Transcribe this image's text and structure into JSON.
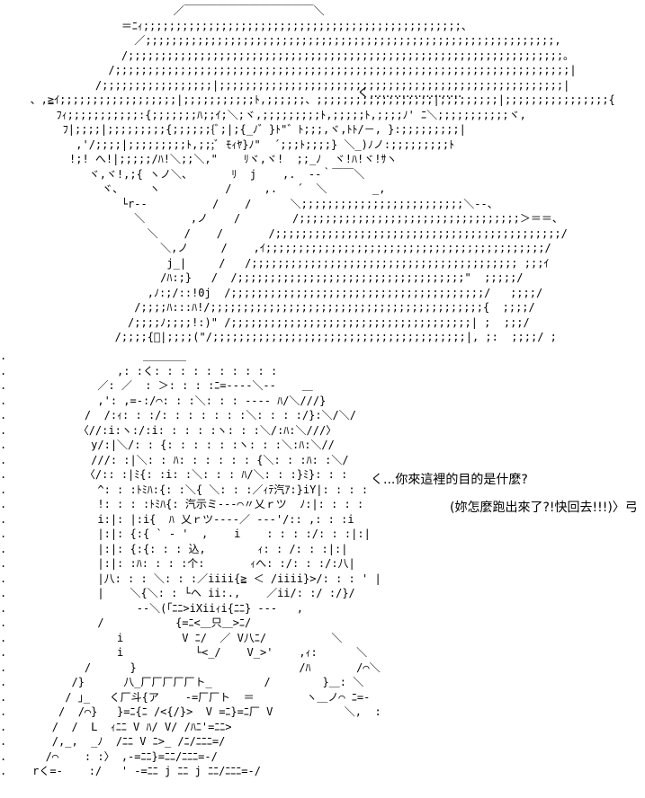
{
  "scene": {
    "top_art": "                         ／￣￣￣￣￣￣￣￣￣￣￣￣＼\n                 ＝ﾆｨ;;;;;;;;;;;;;;;;;;;;;;;;;;;;;;;;;;;;;;;;;;;;;;;;;、\n                   ／;;;;;;;;;;;;;;;;;;;;;;;;;;;;;;;;;;;;;;;;;;;;;;;;;;;;;;;;;;;;;;;,\n                 /;;;;;;;;;;;;;;;;;;;;;;;;;;;;;;;;;;;;;;;;;;;;;;;;;;;;;;;;;;;;;;;;;;;｡\n               /;;;;;;;;;;;;;;;;;;;;;;;;;;;;;;;;;;;;;;;;;;;;;;;;;;;;;;;;;;;;;;;;;;;;;;|\n             /;;;;;;;;;;;;;;;;;|;;;;;;;;;;;;;;;;;;;;;;;;;;;;;;;;;;;;;;;;;;;;;;;;;;;;;|\n   、,≧ｲ;;;;;;;;;;;;;;;;;;|;;;;;;;;;;;ﾄ,;;;;;;、;;;;;;;;;;;;;;;;;;|;;;;;;;;;|;;;;;;;;;;;;;;;;{\n       ﾌｨ;;;;;;;;;;;:{;;;;;;;ﾊ;;ｲ;＼;ヾ,;;;;;;;;;ﾄ,;;;;;ﾄ,;;;;ﾉ' ﾆ＼;;;;;;;;;;;ヾ,\n        ﾌ|;;;;|;;;;;;;;;{;;;;;;{ﾞ;|;{_ﾉ゛}ﾄ\"゛ﾄ;;;,ヾ,ﾄﾄ/－, }:;;;;;;;;;|\n          ,'/;;;;|;;;;;;;;;ﾄ,;;;ﾞ ﾓｨﾔ}ﾉ\"  ´;;;ﾄ;;;;} ＼_)ﾉノ:;;;;;;;;;ﾄ\n         !;! へ!|;;;;;/ﾊ!＼;;＼,\"    ﾘヾ,ヾ!  ;;_ﾉ  ヾ!ﾊ!ヾ!ｻヽ\n            ヾ,ヾ!,;{ ヽノ＼、      ﾘ  j    ,.  -‐｀￣￣＼\n              ヾ、    ヽ          /     ,.   ´  ＼       _,\n                 └r‐‐          /    /      ＼;;;;;;;;;;;;;;;;;;;;;;;;;＼‐-、\n                   ＼       ,ノ    /        /;;;;;;;;;;;;;;;;;;;;;;;;;;;;;;;;;;＞＝＝、\n                     ＼    /    /       /;;;;;;;;;;;;;;;;;;;;;;;;;;;;;;;;;;;;;;;;;;;;/\n                       ＼,ノ     /    ,ｲ;;;;;;;;;;;;;;;;;;;;;;;;;;;;;;;;;;;;;;;;;;;/\n                        j_|     /   /;;;;;;;;;;;;;;;;;;;;;;;;;;;;;;;;;;;;;;;;; ;;;ｲ\n                       /ﾊ:;}   /  /;;;;;;;;;;;;;;;;;;;;;;;;;;;;;;;;;;;\"  ;;;;;/\n                     ,ﾉ:;/::!0j  /;;;;;;;;;;;;;;;;;;;;;;;;;;;;;;;;;;;;;;;/   ;;;;/\n                   /;;;;ﾊ:::ﾊ!/;;;;;;;;;;;;;;;;;;;;;;;;;;;;;;;;;;;;;;;;;;{  ;;;;/\n                  /;;;;ﾉ;;;;!:)\" /;;;;;;;;;;;;;;;;;;;;;;;;;;;;;;;;;;;;;| ;  ;;;/\n                /;;;;{ﾞ|;;;;(\"/;;;;;;;;;;;;;;;;;;;;;;;;;;;;;;;;;;;;;;;|, ;:  ;;;;/ ;",
    "bottom_art": ".                     ＿＿＿＿\n.                 ,: :く: : : : : : : : : :\n.              ／: ／  : ＞: : : :ﾆ=‐-‐‐＼‐‐    ＿\n.              ,': ,=-:/⌒: : :＼: : : ‐‐‐‐ ﾊ/＼///}\n.            /  /:ｨ: : :/: : : : : : :＼: : : :/}:＼/＼/\n.           〈//:i:ヽ:/:i: : : : :ヽ: : :＼/:ﾊ:＼///〉\n.             y/:|＼/: : {: : : : : :ヽ: : :＼:ﾊ:＼//\n.             ///: :|＼: : ﾊ: : : : : : {＼: : :ﾊ: :＼/\n.            〈/:: :|ﾐ{: :i: :＼: : : ﾊ/＼: : :}ﾐ}: : :\n.              ^: : :ﾄﾐﾊ:{: :＼{ ＼: : :／ｨﾃ汽ｱ:}iY|: : : :\n.              !: : : :ﾄﾐﾊ{: 汽示ミ‐‐‐⌒〃乂ｒツ  ﾉ:|: : : :\n.              i:|: |:i{  ﾊ 乂ｒツ‐‐‐‐／ ‐‐‐'/:: ,: : :i\n.              |:|: {:{ ` ‐ '  ,    i    : : : :/: : :|:|\n.              |:|: {:{: : : 込,        ｨ: : /: : :|:|\n.              |:|: :ﾊ: : : :个:       ｨへ: :/: : :/:八|\n.              |八: : : ＼: : :／iiii{≧ ＜ /iiii}>/: : : ' |\n.              |    ＼{＼: : └ヘ ii:.,    ／ii/: :/ :/}/\n.                    ‐‐＼(「ﾆﾆ>iXiiｨi{ﾆﾆ} ‐‐‐   ,\n.              /           {=ﾆ<＿只＿>ﾆ/\n.                 i         V ﾆ/  ／ V八ﾆ/          ＼\n.                 i           └<_/    V_>'    ,ｨ:      ＼\n.            /      }                         /ﾊ       /⌒＼\n.          /}      八_厂厂厂厂厂ト_        /        }＿: ＼\n.         / ｣_   く厂斗{ア    -=厂厂ト  ＝        ヽ＿ノ⌒ ﾆ=-\n.        /  /⌒}   }=ﾆ{ﾆ /<{/}>  V =ﾆ}=ﾆ厂 V           ＼,  :\n.       /  /  L  ｨﾆﾆ V ﾊ/ V/ /ﾊﾆ'=ﾆﾆ>\n.       /,_,  _ﾉ  /ﾆﾆ V ﾆ>_ /ﾆ/ﾆﾆﾆ=/\n.      /⌒    : :〉 ,-=ﾆﾆ}=ﾆﾆ/ﾆﾆﾆ=‐/\n.    rく=‐    :/   ' -=ﾆﾆ j ﾆﾆ j ﾆﾆ/ﾆﾆﾆ=‐/"
  },
  "dialogue": {
    "top_line": "く.......................",
    "question": "く...你來這裡的目的是什麼?",
    "inner_thought": "(妳怎麼跑出來了?!快回去!!!)〉弓"
  }
}
